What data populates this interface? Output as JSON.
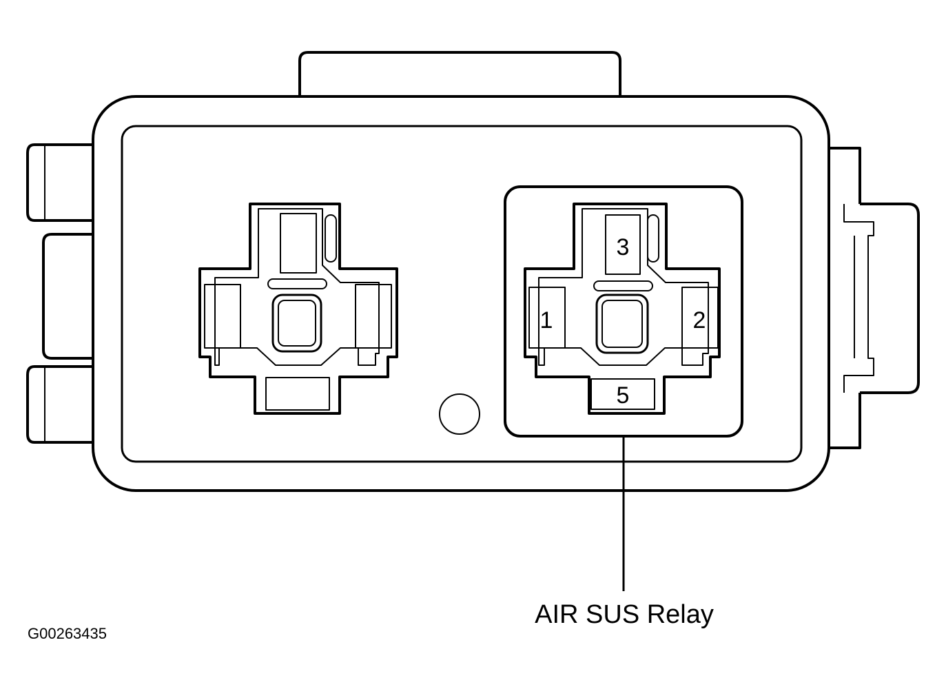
{
  "relay_label": "AIR SUS Relay",
  "figure_id": "G00263435",
  "terminals": {
    "t1": "1",
    "t2": "2",
    "t3": "3",
    "t5": "5"
  },
  "colors": {
    "line": "#000000",
    "background": "#ffffff"
  }
}
